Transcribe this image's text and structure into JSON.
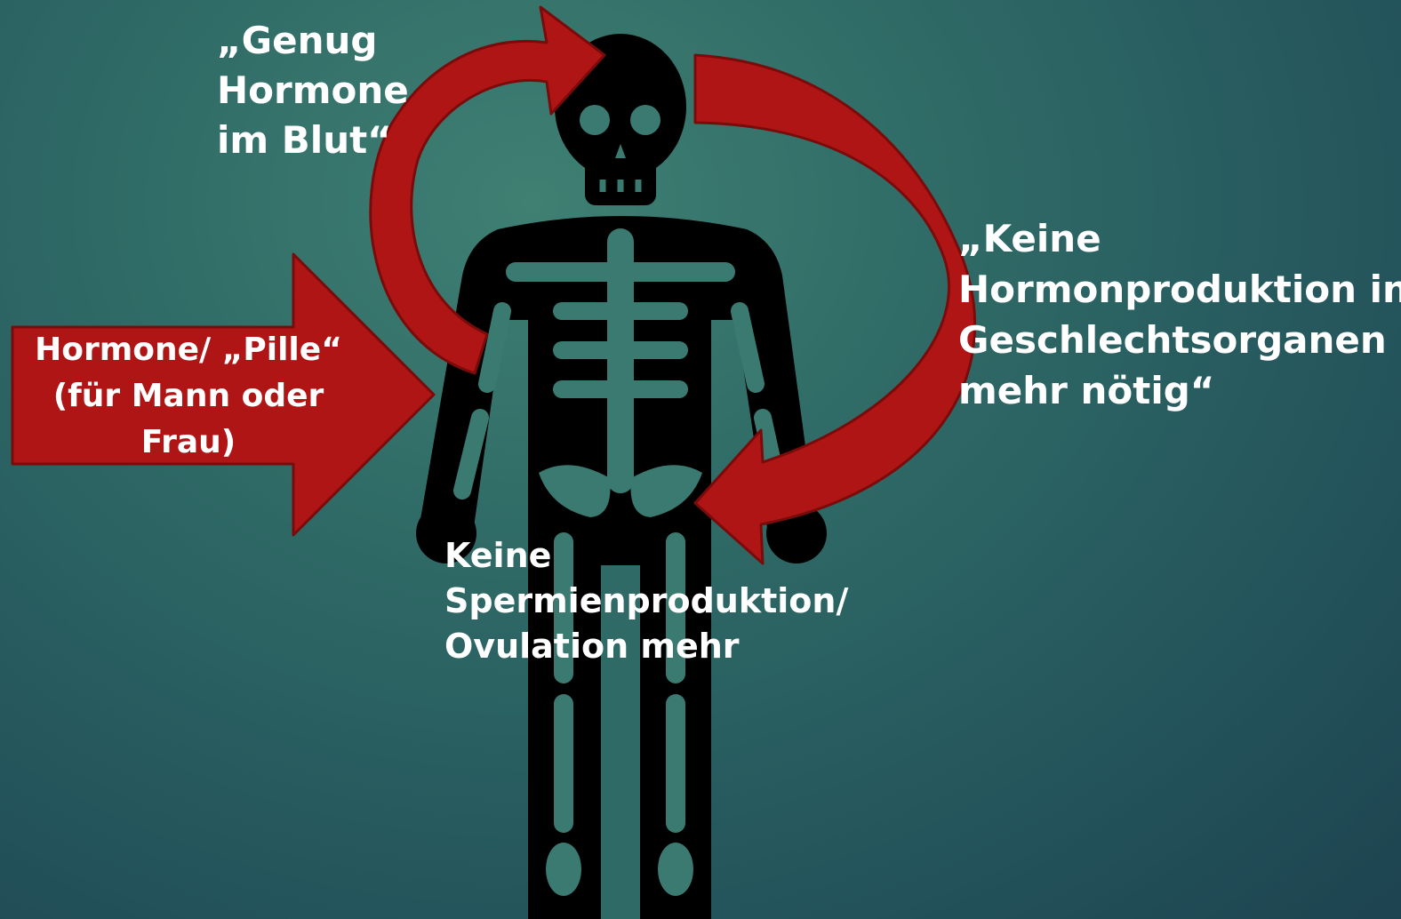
{
  "labels": {
    "blood_hormones": [
      "„Genug",
      "Hormone",
      "im Blut“"
    ],
    "no_production": [
      "„Keine",
      "Hormonproduktion in",
      "Geschlechtsorganen",
      "mehr nötig“"
    ],
    "no_sperm": [
      "Keine",
      "Spermienproduktion/",
      "Ovulation mehr"
    ],
    "pill_arrow": [
      "Hormone/ „Pille“",
      "(für Mann oder",
      "Frau)"
    ]
  },
  "icons": {
    "figure": "skeleton-icon",
    "input_arrow": "right-arrow-icon",
    "cycle_arrows": "curved-arrow-icon"
  },
  "colors": {
    "arrow_fill": "#b01515",
    "arrow_stroke": "#7a0b0b",
    "skeleton": "#000000",
    "text": "#ffffff"
  }
}
